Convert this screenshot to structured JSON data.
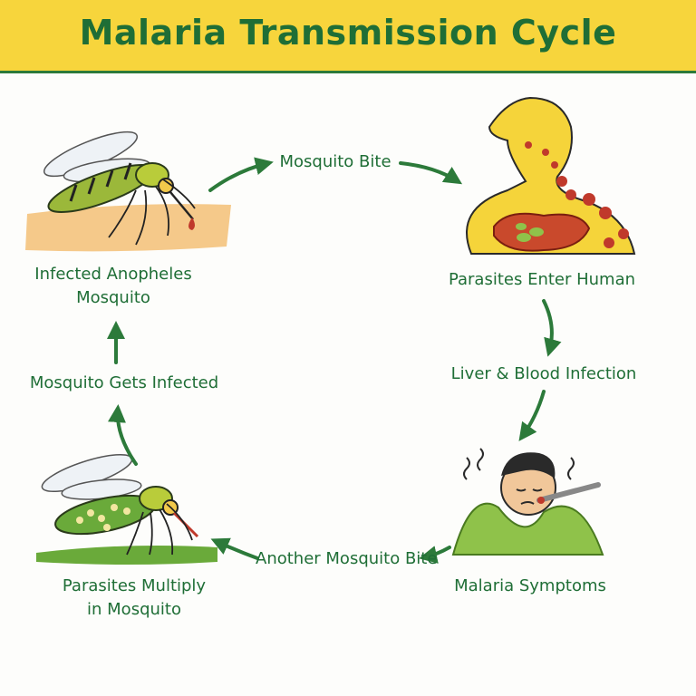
{
  "title": "Malaria Transmission Cycle",
  "labels": {
    "infected_mosquito_line1": "Infected Anopheles",
    "infected_mosquito_line2": "Mosquito",
    "mosquito_bite": "Mosquito Bite",
    "parasites_enter_human": "Parasites Enter Human",
    "liver_blood_infection": "Liver & Blood Infection",
    "malaria_symptoms": "Malaria Symptoms",
    "another_mosquito_bite": "Another Mosquito Bite",
    "parasites_multiply_line1": "Parasites Multiply",
    "parasites_multiply_line2": "in Mosquito",
    "mosquito_gets_infected": "Mosquito Gets Infected"
  },
  "colors": {
    "banner": "#f7d53c",
    "text": "#1f6e36",
    "arrow": "#2c7a3a"
  }
}
